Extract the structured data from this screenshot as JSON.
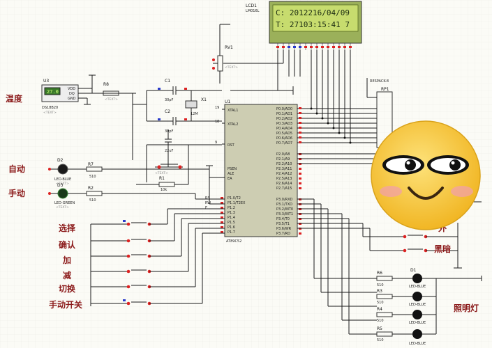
{
  "lcd": {
    "ref": "LCD1",
    "part": "LM016L",
    "line1": "C: 2012216/04/09",
    "line2": "T: 27103:15:41 7"
  },
  "rv1": "RV1",
  "u3": {
    "ref": "U3",
    "part": "DS18B20",
    "display": "27.0",
    "pins": [
      "VDD",
      "DQ",
      "GND"
    ]
  },
  "r8": "R8",
  "c1": {
    "ref": "C1",
    "value": "30pF"
  },
  "c2": {
    "ref": "C2",
    "value": "30pF"
  },
  "c3": {
    "value": "22uF"
  },
  "x1": {
    "ref": "X1",
    "value": "12M"
  },
  "r1": {
    "ref": "R1",
    "value": "10k"
  },
  "u1": {
    "ref": "U1",
    "part": "AT89C52",
    "left_pins": [
      "XTAL1",
      "XTAL2",
      "RST",
      "PSEN",
      "ALE",
      "EA",
      "P1.0/T2",
      "P1.1/T2EX",
      "P1.2",
      "P1.3",
      "P1.4",
      "P1.5",
      "P1.6",
      "P1.7"
    ],
    "right_pins": [
      "P0.0/AD0",
      "P0.1/AD1",
      "P0.2/AD2",
      "P0.3/AD3",
      "P0.4/AD4",
      "P0.5/AD5",
      "P0.6/AD6",
      "P0.7/AD7",
      "P2.0/A8",
      "P2.1/A9",
      "P2.2/A10",
      "P2.3/A11",
      "P2.4/A12",
      "P2.5/A13",
      "P2.6/A14",
      "P2.7/A15",
      "P3.0/RXD",
      "P3.1/TXD",
      "P3.2/INT0",
      "P3.3/INT1",
      "P3.4/T0",
      "P3.5/T1",
      "P3.6/WR",
      "P3.7/RD"
    ],
    "pin_nums_left": [
      "19",
      "18",
      "9"
    ],
    "net_labels": [
      "RS",
      "RW",
      "E"
    ]
  },
  "rp1": {
    "ref": "RP1",
    "part": "RESPACK-8"
  },
  "leds": {
    "d2": {
      "ref": "D2",
      "part": "LED-BLUE",
      "r": "R7",
      "rv": "510"
    },
    "d3": {
      "ref": "D3",
      "part": "LED-GREEN",
      "r": "R2",
      "rv": "510"
    },
    "d1": {
      "ref": "D1",
      "part": "LED-BLUE"
    },
    "r6": {
      "ref": "R6",
      "value": "510"
    },
    "r3": {
      "ref": "R3",
      "value": "510"
    },
    "r4": {
      "ref": "R4",
      "value": "510"
    },
    "r5": {
      "ref": "R5",
      "value": "510"
    }
  },
  "text_placeholder": "<TEXT>",
  "labels_cn": {
    "wendu": "温度",
    "zidong": "自动",
    "shoudong": "手动",
    "xuanze": "选择",
    "queren": "确认",
    "jia": "加",
    "jian": "减",
    "qiehuan": "切换",
    "shoudong_kaiguan": "手动开关",
    "wai": "外",
    "heian": "黑暗",
    "zhaoming": "照明灯"
  },
  "emoji": {
    "icon": "smiling-face-icon",
    "face_color": "#f7c93b",
    "blush_color": "#f2a0a8"
  }
}
